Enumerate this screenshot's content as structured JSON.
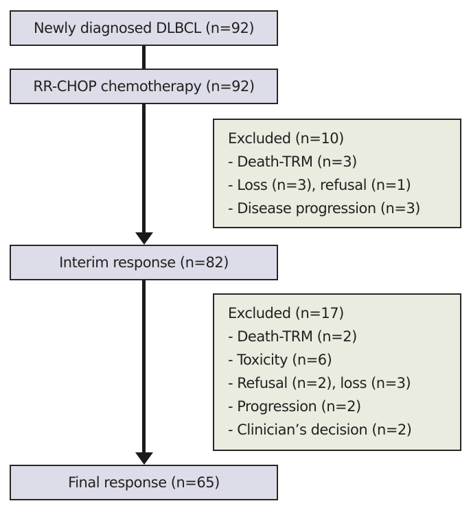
{
  "figure": {
    "description": "Patient flow diagram"
  },
  "colors": {
    "background": "#ffffff",
    "flow_box_fill": "#dcdde8",
    "exclusion_box_fill": "#e9ecdf",
    "border": "#262626",
    "arrow": "#1a1a1a",
    "text": "#231f20"
  },
  "flow_boxes": [
    {
      "label": "Newly diagnosed DLBCL (n=92)"
    },
    {
      "label": "RR-CHOP chemotherapy (n=92)"
    },
    {
      "label": "Interim response (n=82)"
    },
    {
      "label": "Final response (n=65)"
    }
  ],
  "exclusion_boxes": [
    {
      "title": "Excluded (n=10)",
      "items": [
        "- Death-TRM (n=3)",
        "- Loss (n=3), refusal (n=1)",
        "- Disease progression (n=3)"
      ]
    },
    {
      "title": "Excluded (n=17)",
      "items": [
        "- Death-TRM (n=2)",
        "- Toxicity (n=6)",
        "- Refusal (n=2), loss (n=3)",
        "- Progression (n=2)",
        "- Clinician’s decision (n=2)"
      ]
    }
  ]
}
